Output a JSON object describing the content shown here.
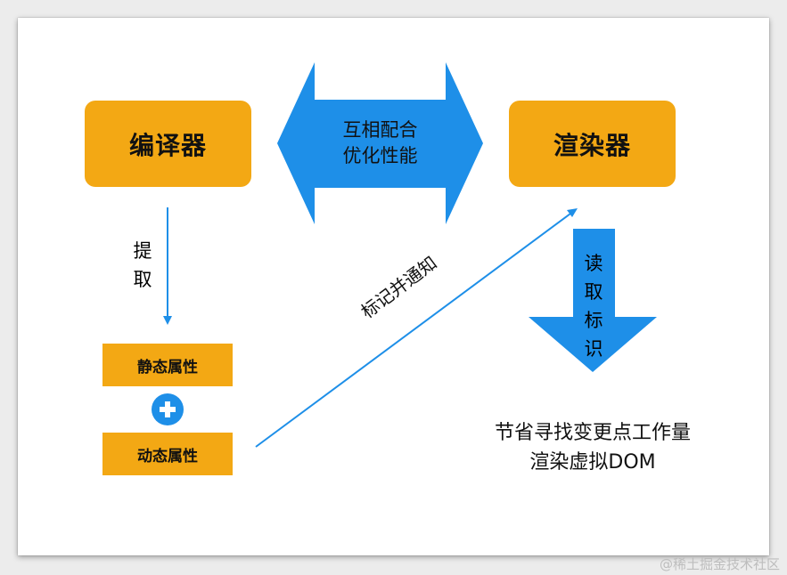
{
  "nodes": {
    "compiler": "编译器",
    "renderer": "渲染器",
    "static_attrs": "静态属性",
    "dynamic_attrs": "动态属性"
  },
  "labels": {
    "cooperate_line1": "互相配合",
    "cooperate_line2": "优化性能",
    "extract": [
      "提",
      "取"
    ],
    "mark_notify": "标记并通知",
    "read_mark": [
      "读",
      "取",
      "标",
      "识"
    ],
    "result_line1": "节省寻找变更点工作量",
    "result_line2": "渲染虚拟DOM"
  },
  "icons": {
    "plus": "plus-circle-icon"
  },
  "colors": {
    "box": "#f3a814",
    "arrow": "#1e8fe8"
  },
  "watermark": "@稀土掘金技术社区"
}
